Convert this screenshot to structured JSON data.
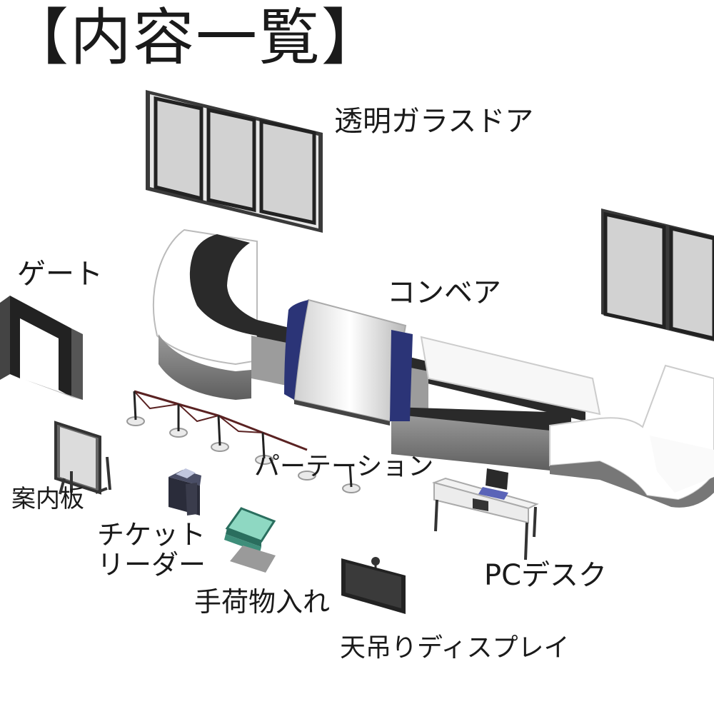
{
  "title": "【内容一覧】",
  "labels": {
    "glass_door": "透明ガラスドア",
    "gate": "ゲート",
    "conveyor": "コンベア",
    "partition": "パーテーション",
    "info_board": "案内板",
    "ticket_reader_line1": "チケット",
    "ticket_reader_line2": "リーダー",
    "baggage_tray": "手荷物入れ",
    "pc_desk": "PCデスク",
    "hanging_display": "天吊りディスプレイ"
  }
}
